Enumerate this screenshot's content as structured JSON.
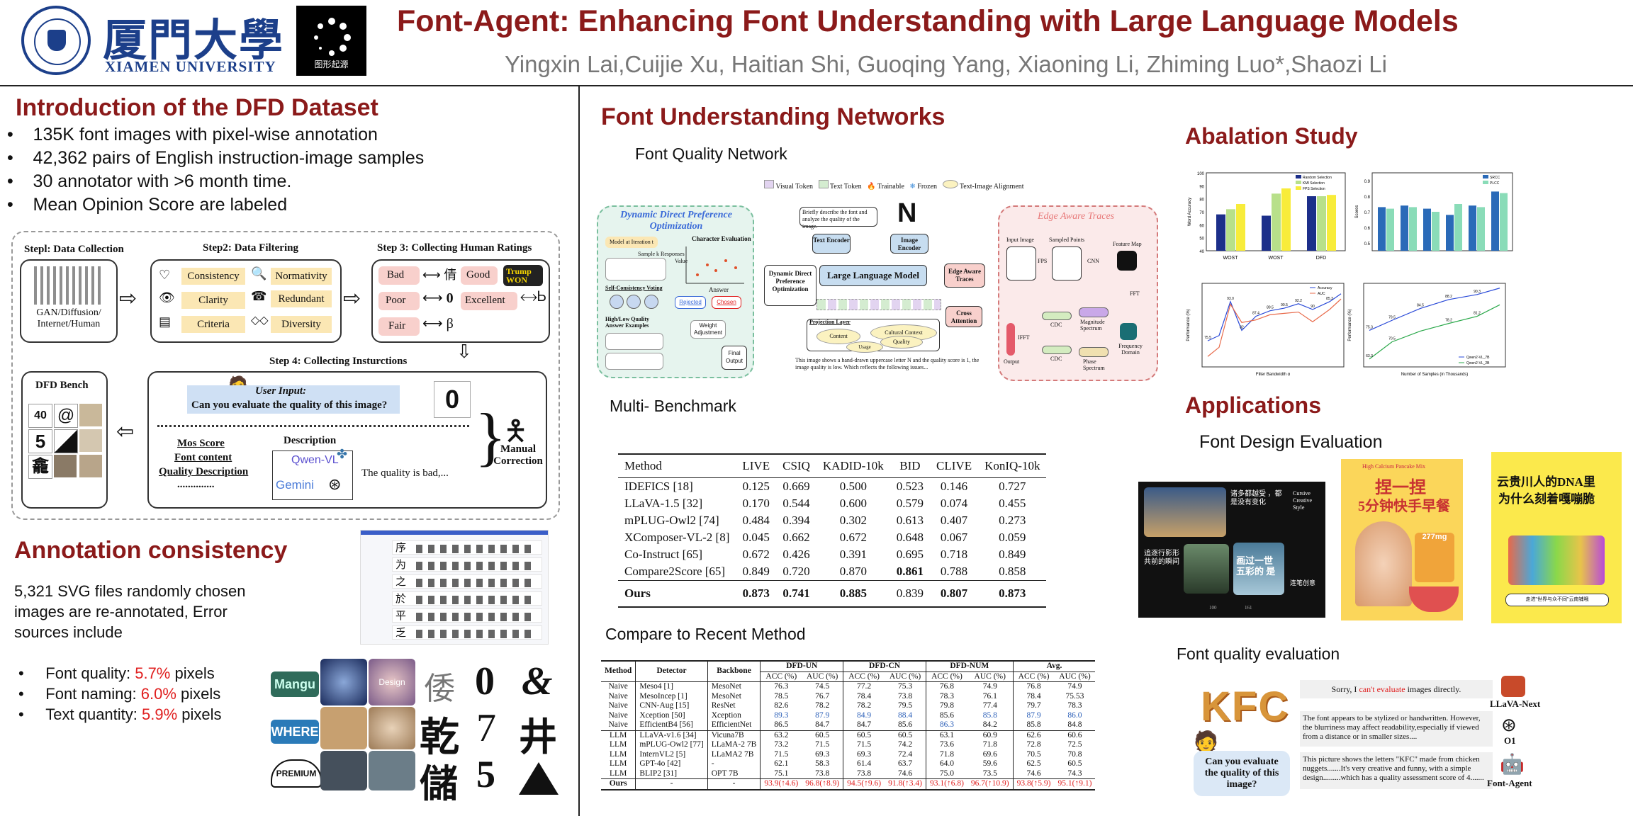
{
  "header": {
    "logo_cn": "厦門大學",
    "logo_en": "XIAMEN UNIVERSITY",
    "logo2_caption": "图形起源",
    "title": "Font-Agent: Enhancing Font Understanding with Large Language Models",
    "authors": "Yingxin Lai,Cuijie Xu, Haitian Shi, Guoqing Yang, Xiaoning Li, Zhiming Luo*,Shaozi Li"
  },
  "intro": {
    "title": "Introduction of the DFD Dataset",
    "bullets": [
      "135K font images with pixel-wise annotation",
      "42,362 pairs of English instruction-image samples",
      "30 annotator with >6 month time.",
      "Mean Opinion Score  are labeled"
    ]
  },
  "pipeline": {
    "step1": "Stepl: Data Collection",
    "step1_caption": "GAN/Diffusion/ Internet/Human",
    "step2": "Step2: Data Filtering",
    "chips": [
      "Consistency",
      "Normativity",
      "Clarity",
      "Redundant",
      "Criteria",
      "Diversity"
    ],
    "step3": "Step 3: Collecting Human Ratings",
    "ratings": [
      "Bad",
      "Good",
      "Poor",
      "Excellent",
      "Fair"
    ],
    "rating_glyphs": [
      "倩",
      "0",
      "Ꮟ",
      "β"
    ],
    "step3_badge": "Trump WON",
    "step4": "Step 4: Collecting Insturctions",
    "bench": "DFD Bench",
    "user_input": "User Input:",
    "question": "Can you evaluate the quality of this image?",
    "desc_title": "Description",
    "mos": "Mos Score",
    "font_content": "Font content",
    "quality_desc": "Quality Description",
    "dots": "..............",
    "qwen": "Qwen-VL",
    "gemini": "Gemini",
    "answer": "The quality is bad,...",
    "manual": "Manual Correction",
    "bench_glyphs": [
      "40",
      "@",
      "5",
      "龕"
    ]
  },
  "annotation": {
    "title": "Annotation consistency",
    "text": "5,321 SVG files randomly chosen images are re-annotated, Error sources include",
    "items": [
      {
        "label": "Font quality: ",
        "value": "5.7%",
        "suffix": " pixels"
      },
      {
        "label": "Font naming: ",
        "value": "6.0%",
        "suffix": " pixels"
      },
      {
        "label": "Text quantity: ",
        "value": "5.9%",
        "suffix": " pixels"
      }
    ],
    "thumb_text": [
      "Mangu",
      "WHERE",
      "PREMIUM",
      "Design"
    ],
    "glyphs": [
      "倭",
      "0",
      "&",
      "乾",
      "7",
      "井",
      "儲",
      "5"
    ],
    "sidebar_chars": [
      "序",
      "为",
      "之",
      "於",
      "平",
      "乏"
    ]
  },
  "networks": {
    "title": "Font Understanding Networks",
    "fqn": "Font Quality Network",
    "legend": [
      "Visual Token",
      "Text Token",
      "Trainable",
      "Frozen",
      "Text-Image Alignment"
    ],
    "ddpo": "Dynamic Direct Preference Optimization",
    "ddpo_box": "Dynamic Direct Preference Optimization",
    "model_iter": "Model at Iteration t",
    "sample_k": "Sample k Responses",
    "self_consistency": "Self-Consistency Voting",
    "high_low": "High/Low Quality Answer Examples",
    "char_eval": "Character Evaluation",
    "value": "Value",
    "answer": "Answer",
    "rejected": "Rejected",
    "chosen": "Chosen",
    "weight": "Weight Adjustment",
    "final": "Final Output",
    "prompt": "Briefly describe the font and analyze the quality of the image.",
    "text_encoder": "Text Encoder",
    "image_encoder": "Image Encoder",
    "llm": "Large Language Model",
    "edge_aware": "Edge Aware Traces",
    "edge_box": "Edge Aware Traces",
    "cross": "Cross Attention",
    "projection": "Projection Layer",
    "cultural": "Cultural Context",
    "content": "Content",
    "usage": "Usage",
    "quality": "Quality",
    "input_image": "Input Image",
    "sampled": "Sampled Points",
    "feature": "Feature Map",
    "fps": "FPS",
    "cnn": "CNN",
    "cdc": "CDC",
    "ifft": "IFFT",
    "fft": "FFT",
    "output": "Output",
    "magnitude": "Magnitude Spectrum",
    "phase": "Phase Spectrum",
    "freq": "Frequency Domain",
    "final_text": "This image shows a hand-drawn uppercase letter N and the quality score is 1, the image quality is low. Which reflects the following issues...",
    "big_letter": "N"
  },
  "benchmark": {
    "title": "Multi- Benchmark",
    "headers": [
      "Method",
      "LIVE",
      "CSIQ",
      "KADID-10k",
      "BID",
      "CLIVE",
      "KonIQ-10k"
    ],
    "rows": [
      [
        "IDEFICS [18]",
        "0.125",
        "0.669",
        "0.500",
        "0.523",
        "0.146",
        "0.727"
      ],
      [
        "LLaVA-1.5 [32]",
        "0.170",
        "0.544",
        "0.600",
        "0.579",
        "0.074",
        "0.455"
      ],
      [
        "mPLUG-Owl2 [74]",
        "0.484",
        "0.394",
        "0.302",
        "0.613",
        "0.407",
        "0.273"
      ],
      [
        "XComposer-VL-2 [8]",
        "0.045",
        "0.662",
        "0.672",
        "0.648",
        "0.067",
        "0.059"
      ],
      [
        "Co-Instruct [65]",
        "0.672",
        "0.426",
        "0.391",
        "0.695",
        "0.718",
        "0.849"
      ],
      [
        "Compare2Score [65]",
        "0.849",
        "0.720",
        "0.870",
        "0.861",
        "0.788",
        "0.858"
      ]
    ],
    "ours": [
      "Ours",
      "0.873",
      "0.741",
      "0.885",
      "0.839",
      "0.807",
      "0.873"
    ]
  },
  "compare": {
    "title": "Compare to Recent Method",
    "group_headers": [
      "Method",
      "Detector",
      "Backbone",
      "DFD-UN",
      "DFD-CN",
      "DFD-NUM",
      "Avg."
    ],
    "sub_headers": [
      "ACC (%)",
      "AUC (%)",
      "ACC (%)",
      "AUC (%)",
      "ACC (%)",
      "AUC (%)",
      "ACC (%)",
      "AUC (%)"
    ],
    "rows": [
      [
        "Naive",
        "Meso4 [1]",
        "MesoNet",
        "76.3",
        "74.5",
        "77.2",
        "75.3",
        "76.8",
        "74.9",
        "76.8",
        "74.9"
      ],
      [
        "Naive",
        "MesoIncep [1]",
        "MesoNet",
        "78.5",
        "76.7",
        "78.4",
        "73.8",
        "78.3",
        "76.1",
        "78.4",
        "75.53"
      ],
      [
        "Naive",
        "CNN-Aug [15]",
        "ResNet",
        "82.6",
        "78.2",
        "78.2",
        "79.5",
        "79.8",
        "77.4",
        "79.7",
        "78.3"
      ],
      [
        "Naive",
        "Xception [50]",
        "Xception",
        "89.3",
        "87.9",
        "84.9",
        "88.4",
        "85.6",
        "85.8",
        "87.9",
        "86.0"
      ],
      [
        "Naive",
        "EfficientB4 [56]",
        "EfficientNet",
        "86.5",
        "84.7",
        "84.7",
        "85.6",
        "86.3",
        "84.2",
        "85.8",
        "84.8"
      ],
      [
        "LLM",
        "LLaVA-v1.6 [34]",
        "Vicuna7B",
        "63.2",
        "60.5",
        "60.5",
        "60.5",
        "63.1",
        "60.9",
        "62.6",
        "60.6"
      ],
      [
        "LLM",
        "mPLUG-Owl2 [77]",
        "LLaMA-2 7B",
        "73.2",
        "71.5",
        "71.5",
        "74.2",
        "73.6",
        "71.8",
        "72.8",
        "72.5"
      ],
      [
        "LLM",
        "InternVL2 [5]",
        "LLaMA2 7B",
        "71.5",
        "69.3",
        "69.3",
        "72.4",
        "71.8",
        "69.6",
        "70.5",
        "70.8"
      ],
      [
        "LLM",
        "GPT-4o [42]",
        "-",
        "62.1",
        "58.3",
        "61.4",
        "63.7",
        "64.0",
        "59.6",
        "62.5",
        "60.5"
      ],
      [
        "LLM",
        "BLIP2 [31]",
        "OPT 7B",
        "75.1",
        "73.8",
        "73.8",
        "74.6",
        "75.0",
        "73.5",
        "74.6",
        "74.3"
      ]
    ],
    "ours": [
      "Ours",
      "-",
      "-",
      "93.9(↑4.6)",
      "96.8(↑8.9)",
      "94.5(↑9.6)",
      "91.8(↑3.4)",
      "93.1(↑6.8)",
      "96.7(↑10.9)",
      "93.8(↑5.9)",
      "95.1(↑9.1)"
    ]
  },
  "ablation": {
    "title": "Abalation Study",
    "bar1": {
      "legend": [
        "Random Selection",
        "KMI Selection",
        "FPS Selection"
      ],
      "ylabel": "Word Accuracy",
      "categories": [
        "WOST",
        "WOST",
        "DFD"
      ],
      "values": [
        [
          68,
          72,
          76
        ],
        [
          67,
          84,
          88
        ],
        [
          82,
          82,
          83
        ]
      ],
      "yticks": [
        "40",
        "50",
        "60",
        "70",
        "80",
        "90",
        "100"
      ]
    },
    "bar2": {
      "legend": [
        "SRCC",
        "PLCC"
      ],
      "ylabel": "Scores",
      "yticks": [
        "0.5",
        "0.6",
        "0.7",
        "0.8",
        "0.9"
      ],
      "values": [
        [
          0.73,
          0.72
        ],
        [
          0.74,
          0.73
        ],
        [
          0.72,
          0.7
        ],
        [
          0.68,
          0.75
        ],
        [
          0.74,
          0.73
        ],
        [
          0.83,
          0.82
        ]
      ]
    },
    "line1": {
      "legend": [
        "Accuracy",
        "AUC"
      ],
      "xlabel": "Filter Bandwidth α",
      "ylabel": "Performance (%)",
      "labels": [
        "93.0",
        "75.5",
        "82",
        "87.4",
        "89.5",
        "90.5",
        "92.2",
        "90",
        "85.3"
      ]
    },
    "line2": {
      "legend": [
        "Qwen2-VL_7B",
        "Qwen2-VL_2B"
      ],
      "xlabel": "Number of Samples (in Thousands)",
      "ylabel": "Performance (%)",
      "labels": [
        "84.5",
        "88.2",
        "90.3",
        "81.2",
        "75.3",
        "79.5",
        "78.2",
        "63.3",
        "70.5"
      ]
    }
  },
  "applications": {
    "title": "Applications",
    "design_title": "Font Design Evaluation",
    "poster1": [
      "诸多都越受 ，都是没有变化",
      "追逐行影形 共前的瞬间",
      "画过一世 五彩的 是",
      "连笔创意",
      "Cursive Creative Style",
      "100",
      "161"
    ],
    "poster2": [
      "High Calcium Pancake Mix",
      "捏一捏",
      "5分钟快手早餐",
      "277mg"
    ],
    "poster3": [
      "云贵川人的DNA里",
      "为什么刻着嘎嘣脆",
      "走进\"世界与众不同\"云南铺哦"
    ],
    "quality_title": "Font quality evaluation",
    "kfc": "KFC",
    "question": "Can you evaluate the quality of this image?",
    "resp1_pre": "Sorry, I ",
    "resp1_red": "can't evaluate",
    "resp1_post": " images directly.",
    "resp2": "The font appears to be stylized or handwritten. However, the blurriness may affect readability,especially if viewed from a distance or in smaller sizes....",
    "resp3": "This picture shows the letters \"KFC\" made from chicken nuggets.......It's very creative and funny, with a simple design.........which has a quality assessment score of 4.......",
    "agents": [
      "LLaVA-Next",
      "O1",
      "Font-Agent"
    ]
  },
  "colors": {
    "maroon": "#8b1a1a",
    "red": "#e02020",
    "blue": "#2b5fb8",
    "green": "#1a8a3a"
  }
}
